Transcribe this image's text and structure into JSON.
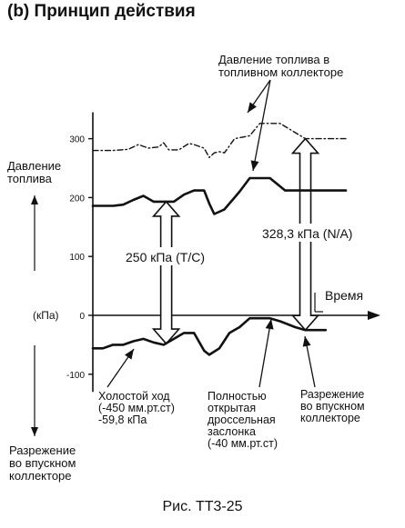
{
  "heading": "(b) Принцип действия",
  "caption": "Рис. ТТ3-25",
  "chart_data": {
    "type": "line",
    "y_ticks": [
      "300",
      "200",
      "100",
      "0",
      "-100"
    ],
    "y_values": [
      300,
      200,
      100,
      0,
      -100
    ],
    "ylim": [
      -130,
      345
    ],
    "ylabel_top": [
      "Давление",
      "топлива"
    ],
    "ylabel_unit": "(кПа)",
    "ylabel_bottom": [
      "Разрежение",
      "во впускном",
      "коллекторе"
    ],
    "xlabel": "Время",
    "series": [
      {
        "name": "Давление топлива в топливном коллекторе",
        "style": "dash-dot",
        "values": [
          [
            0,
            280
          ],
          [
            4,
            280
          ],
          [
            7,
            282
          ],
          [
            9,
            290
          ],
          [
            11,
            284
          ],
          [
            13,
            286
          ],
          [
            14,
            293
          ],
          [
            15,
            281
          ],
          [
            17,
            281
          ],
          [
            19,
            292
          ],
          [
            20,
            290
          ],
          [
            22,
            284
          ],
          [
            23,
            268
          ],
          [
            24,
            276
          ],
          [
            25,
            278
          ],
          [
            26,
            276
          ],
          [
            28,
            300
          ],
          [
            31,
            305
          ],
          [
            33,
            326
          ],
          [
            37,
            326
          ],
          [
            42,
            300
          ],
          [
            50,
            300
          ]
        ]
      },
      {
        "name": "Давление топлива в топливном коллекторе",
        "style": "solid",
        "values": [
          [
            0,
            186
          ],
          [
            4,
            186
          ],
          [
            6,
            188
          ],
          [
            8,
            196
          ],
          [
            10,
            203
          ],
          [
            12,
            193
          ],
          [
            16,
            193
          ],
          [
            18,
            205
          ],
          [
            20,
            212
          ],
          [
            22,
            212
          ],
          [
            23,
            190
          ],
          [
            24,
            172
          ],
          [
            25,
            176
          ],
          [
            26,
            180
          ],
          [
            29,
            210
          ],
          [
            31,
            233
          ],
          [
            35,
            233
          ],
          [
            38,
            212
          ],
          [
            42,
            212
          ],
          [
            50,
            212
          ]
        ]
      },
      {
        "name": "Разрежение во впускном коллекторе",
        "style": "solid",
        "values": [
          [
            0,
            -56
          ],
          [
            2,
            -56
          ],
          [
            4,
            -50
          ],
          [
            6,
            -50
          ],
          [
            8,
            -44
          ],
          [
            10,
            -40
          ],
          [
            12,
            -46
          ],
          [
            14,
            -50
          ],
          [
            16,
            -40
          ],
          [
            18,
            -30
          ],
          [
            20,
            -30
          ],
          [
            22,
            -60
          ],
          [
            23,
            -67
          ],
          [
            25,
            -56
          ],
          [
            27,
            -30
          ],
          [
            29,
            -20
          ],
          [
            31,
            -5
          ],
          [
            35,
            -5
          ],
          [
            37,
            -10
          ],
          [
            40,
            -20
          ],
          [
            42,
            -25
          ],
          [
            46,
            -25
          ]
        ]
      }
    ],
    "annotations": {
      "legend_top": [
        "Давление топлива в",
        "топливном коллекторе"
      ],
      "tc": "250 кПа (T/C)",
      "na": "328,3 кПа (N/A)",
      "idle": [
        "Холостой ход",
        "(-450 мм.рт.ст)",
        "-59,8 кПа"
      ],
      "wot": [
        "Полностью",
        "открытая",
        "дроссельная",
        "заслонка",
        "(-40 мм.рт.ст)"
      ],
      "vac": [
        "Разрежение",
        "во впускном",
        "коллекторе"
      ]
    },
    "colors": {
      "ink": "#111111",
      "arrow_fill": "#ffffff"
    }
  }
}
